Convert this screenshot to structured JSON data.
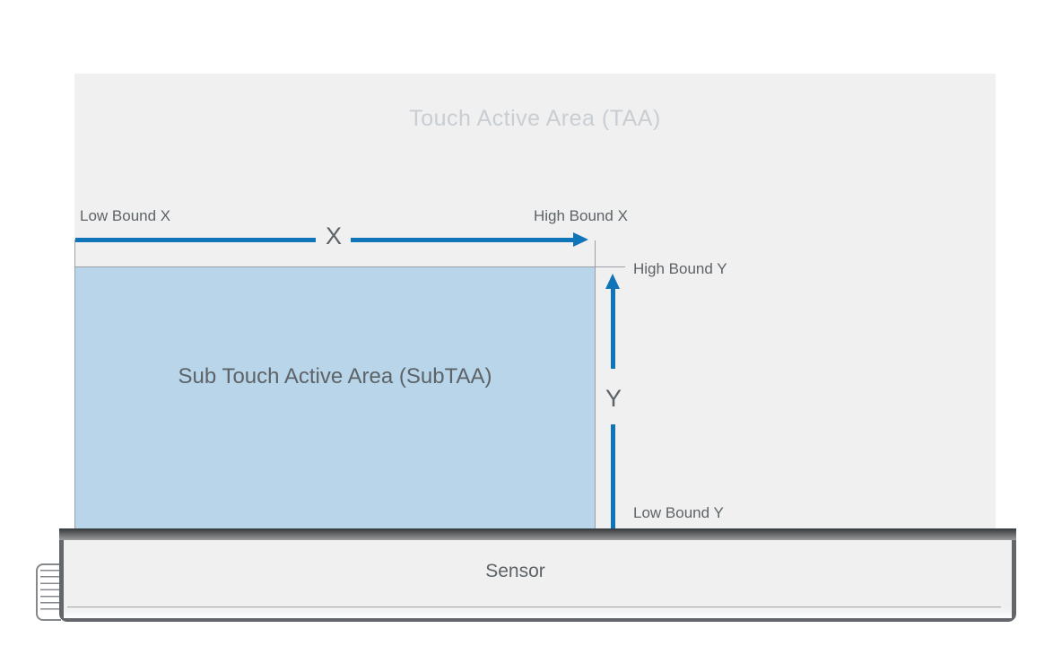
{
  "diagram": {
    "taa": {
      "title": "Touch Active Area (TAA)"
    },
    "subtaa": {
      "label": "Sub Touch Active Area (SubTAA)"
    },
    "x_axis": {
      "axis_label": "X",
      "low_bound_label": "Low Bound X",
      "high_bound_label": "High Bound X"
    },
    "y_axis": {
      "axis_label": "Y",
      "low_bound_label": "Low Bound Y",
      "high_bound_label": "High Bound Y"
    },
    "sensor": {
      "label": "Sensor"
    },
    "icons": {
      "connector": "ribbon-cable-connector"
    },
    "colors": {
      "arrow_blue": "#0f74b8",
      "subtaa_fill": "#b8d5ea",
      "taa_fill": "#f0f0f1",
      "taa_title_text": "#c9ced3",
      "label_text": "#5d6367",
      "boundary_line": "#9aa0a6",
      "sensor_frame": "#63676b",
      "sensor_body": "#f0f0f1"
    }
  }
}
